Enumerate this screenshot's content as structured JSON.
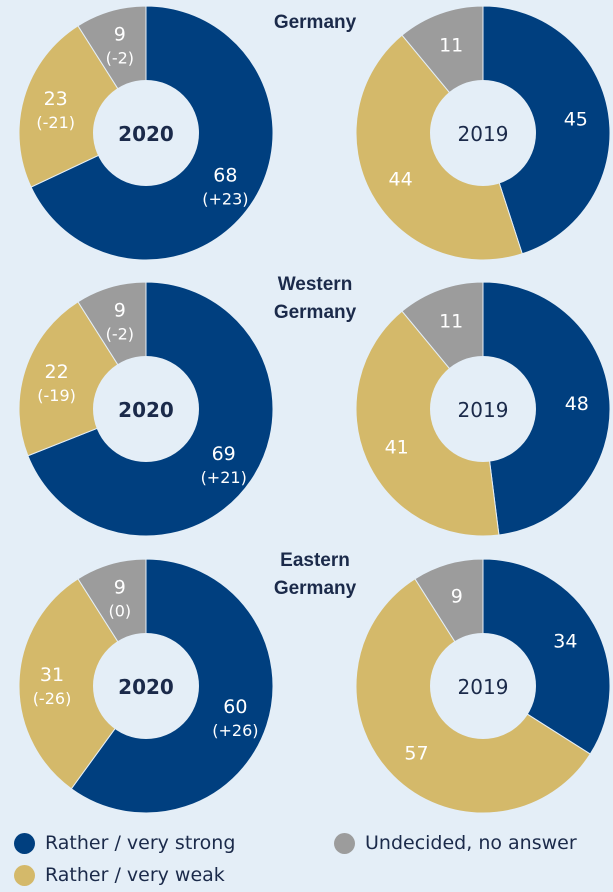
{
  "colors": {
    "strong": "#003f7f",
    "weak": "#d4b96a",
    "undecided": "#9c9c9c",
    "background": "#e4eef7",
    "text_dark": "#1b2a4a"
  },
  "legend": [
    {
      "label": "Rather / very strong",
      "color_key": "strong"
    },
    {
      "label": "Undecided, no answer",
      "color_key": "undecided"
    },
    {
      "label": "Rather / very weak",
      "color_key": "weak"
    }
  ],
  "chart_data": [
    {
      "type": "pie",
      "variant": "donut",
      "group": "Germany",
      "year_label": "2020",
      "slices": [
        {
          "series": "Rather / very strong",
          "value": 68,
          "change": "(+23)"
        },
        {
          "series": "Rather / very weak",
          "value": 23,
          "change": "(-21)"
        },
        {
          "series": "Undecided, no answer",
          "value": 9,
          "change": "(-2)"
        }
      ]
    },
    {
      "type": "pie",
      "variant": "donut",
      "group": "Germany",
      "year_label": "2019",
      "slices": [
        {
          "series": "Rather / very strong",
          "value": 45
        },
        {
          "series": "Rather / very weak",
          "value": 44
        },
        {
          "series": "Undecided, no answer",
          "value": 11
        }
      ]
    },
    {
      "type": "pie",
      "variant": "donut",
      "group": "Western Germany",
      "year_label": "2020",
      "slices": [
        {
          "series": "Rather / very strong",
          "value": 69,
          "change": "(+21)"
        },
        {
          "series": "Rather / very weak",
          "value": 22,
          "change": "(-19)"
        },
        {
          "series": "Undecided, no answer",
          "value": 9,
          "change": "(-2)"
        }
      ]
    },
    {
      "type": "pie",
      "variant": "donut",
      "group": "Western Germany",
      "year_label": "2019",
      "slices": [
        {
          "series": "Rather / very strong",
          "value": 48
        },
        {
          "series": "Rather / very weak",
          "value": 41
        },
        {
          "series": "Undecided, no answer",
          "value": 11
        }
      ]
    },
    {
      "type": "pie",
      "variant": "donut",
      "group": "Eastern Germany",
      "year_label": "2020",
      "slices": [
        {
          "series": "Rather / very strong",
          "value": 60,
          "change": "(+26)"
        },
        {
          "series": "Rather / very weak",
          "value": 31,
          "change": "(-26)"
        },
        {
          "series": "Undecided, no answer",
          "value": 9,
          "change": "(0)"
        }
      ]
    },
    {
      "type": "pie",
      "variant": "donut",
      "group": "Eastern Germany",
      "year_label": "2019",
      "slices": [
        {
          "series": "Rather / very strong",
          "value": 34
        },
        {
          "series": "Rather / very weak",
          "value": 57
        },
        {
          "series": "Undecided, no answer",
          "value": 9
        }
      ]
    }
  ]
}
